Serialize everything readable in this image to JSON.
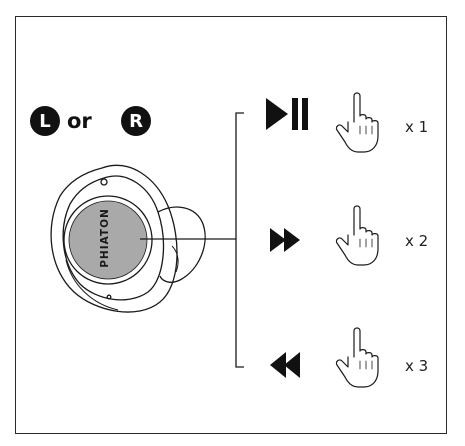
{
  "earbud_select": {
    "left_label": "L",
    "conjunction": "or",
    "right_label": "R"
  },
  "brand": "PHIATON",
  "gestures": [
    {
      "action": "play-pause",
      "icon": "play-pause-icon",
      "count": "x 1"
    },
    {
      "action": "next-track",
      "icon": "fast-forward-icon",
      "count": "x 2"
    },
    {
      "action": "previous-track",
      "icon": "rewind-icon",
      "count": "x 3"
    }
  ],
  "colors": {
    "line": "#1a1a1a",
    "touch_pad": "#a9a9a9",
    "background": "#ffffff"
  }
}
